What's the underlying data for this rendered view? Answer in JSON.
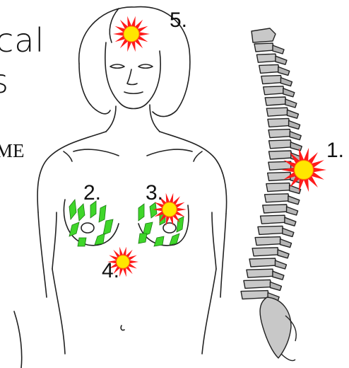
{
  "title_fragments": [
    "cal",
    "s"
  ],
  "subtitle_fragment": "ME",
  "labels": {
    "spine": "1.",
    "left_breast": "2.",
    "right_breast": "3.",
    "chest": "4.",
    "head": "5."
  },
  "colors": {
    "burst_outer": "#ff1a1a",
    "burst_inner": "#ffe600",
    "pain_marks": "#3fd62a",
    "vertebra_fill": "#c8c8c8",
    "line": "#222222"
  },
  "icons": [
    "pain-burst-icon",
    "spine-illustration",
    "female-torso-illustration"
  ]
}
